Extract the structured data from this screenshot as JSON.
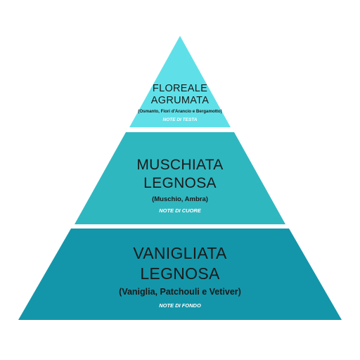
{
  "colors": {
    "top": "#5fe0e8",
    "middle": "#2fb7c0",
    "bottom": "#1396aa",
    "background": "#ffffff"
  },
  "tiers": [
    {
      "title_line1": "FLOREALE",
      "title_line2": "AGRUMATA",
      "ingredients": "(Osmanto, Fiori d'Arancio e Bergamotto)",
      "note": "NOTE DI TESTA"
    },
    {
      "title_line1": "MUSCHIATA",
      "title_line2": "LEGNOSA",
      "ingredients": "(Muschio, Ambra)",
      "note": "NOTE DI CUORE"
    },
    {
      "title_line1": "VANIGLIATA",
      "title_line2": "LEGNOSA",
      "ingredients": "(Vaniglia, Patchouli e Vetiver)",
      "note": "NOTE DI FONDO"
    }
  ]
}
